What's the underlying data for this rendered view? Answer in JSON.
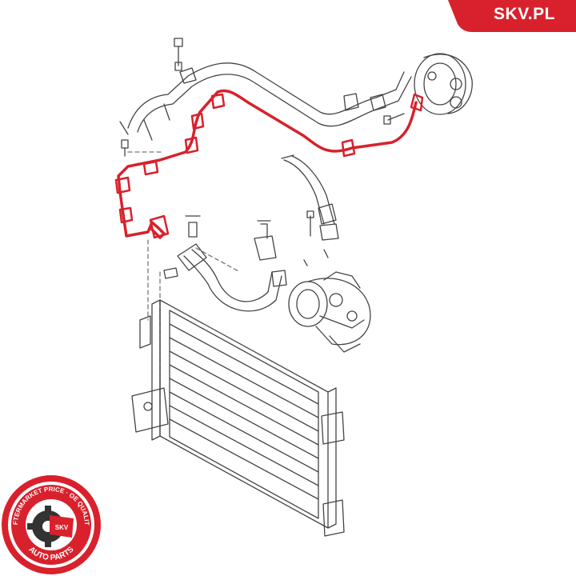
{
  "brand": {
    "label": "SKV.PL",
    "tab_color": "#d8212c",
    "text_color": "#ffffff"
  },
  "highlight": {
    "part_color": "#d8212c",
    "line_color": "#555555"
  },
  "seal": {
    "arc_text_top": "AFTERMARKET PRICE · OE QUALITY",
    "arc_text_bottom": "AUTO PARTS",
    "center_text": "SKV",
    "color": "#d8212c"
  }
}
